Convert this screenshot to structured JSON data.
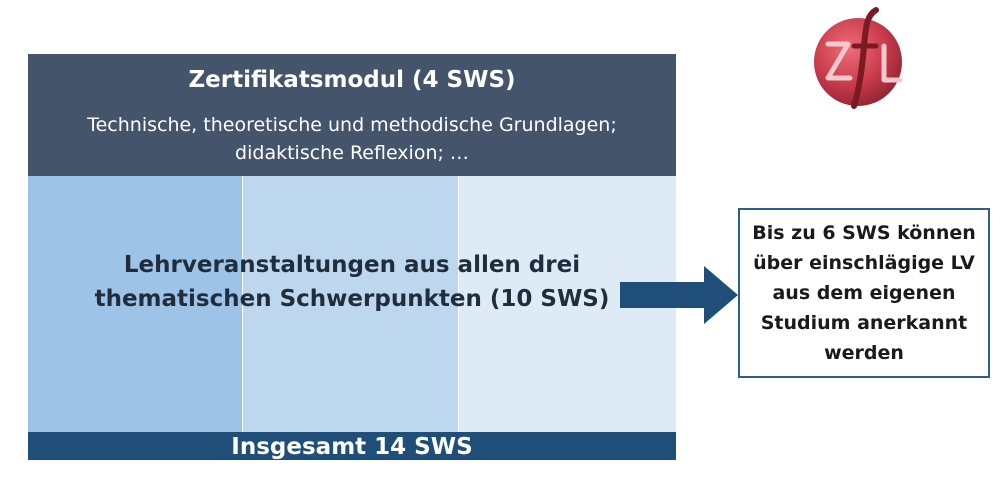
{
  "logo": {
    "icon": "zfl-logo-icon",
    "text": "ZfL",
    "circle_color": "#c83a4a",
    "script_color": "#7a1a22"
  },
  "module": {
    "title": "Zertifikatsmodul (4 SWS)",
    "desc_line1": "Technische, theoretische und methodische Grundlagen;",
    "desc_line2": "didaktische Reflexion; …",
    "color": "#44546a"
  },
  "courses": {
    "line1": "Lehrveranstaltungen aus allen drei",
    "line2": "thematischen Schwerpunkten (10 SWS)",
    "column_colors": [
      "#9dc3e6",
      "#bdd7ee",
      "#deebf7"
    ]
  },
  "total": {
    "label": "Insgesamt 14 SWS",
    "color": "#1f4e79"
  },
  "arrow": {
    "icon": "arrow-right-icon",
    "color": "#1f4e79"
  },
  "note": {
    "text": "Bis zu 6 SWS können\nüber einschlägige LV\naus dem eigenen\nStudium anerkannt\nwerden"
  }
}
